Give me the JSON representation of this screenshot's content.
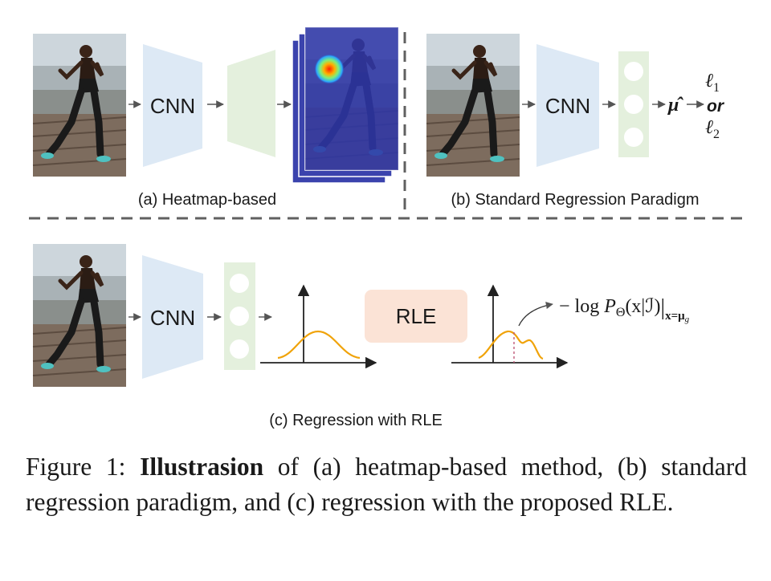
{
  "panel_a": {
    "cnn_label": "CNN",
    "caption": "(a) Heatmap-based"
  },
  "panel_b": {
    "cnn_label": "CNN",
    "output_symbol": "μ̂",
    "loss_l1": "ℓ",
    "loss_l1_sub": "1",
    "or_text": "or",
    "loss_l2": "ℓ",
    "loss_l2_sub": "2",
    "caption": "(b) Standard Regression Paradigm"
  },
  "panel_c": {
    "cnn_label": "CNN",
    "rle_label": "RLE",
    "formula_prefix": "− log ",
    "formula_P": "P",
    "formula_theta": "Θ",
    "formula_args": "(x|ℐ)",
    "formula_bar": "|",
    "formula_sub": "x=μ",
    "formula_sub_g": "g",
    "caption": "(c) Regression with RLE"
  },
  "caption": {
    "prefix": "Figure 1:  ",
    "bold": "Illustrasion",
    "rest": " of (a) heatmap-based method, (b) standard regression paradigm, and (c) regression with the proposed RLE."
  },
  "colors": {
    "cnn_fill": "#dde9f5",
    "green_fill": "#e4f0dd",
    "rle_fill": "#fbe3d6",
    "heatmap_overlay": "#2f37a8",
    "curve": "#f0a30a",
    "dashed": "#606060"
  }
}
